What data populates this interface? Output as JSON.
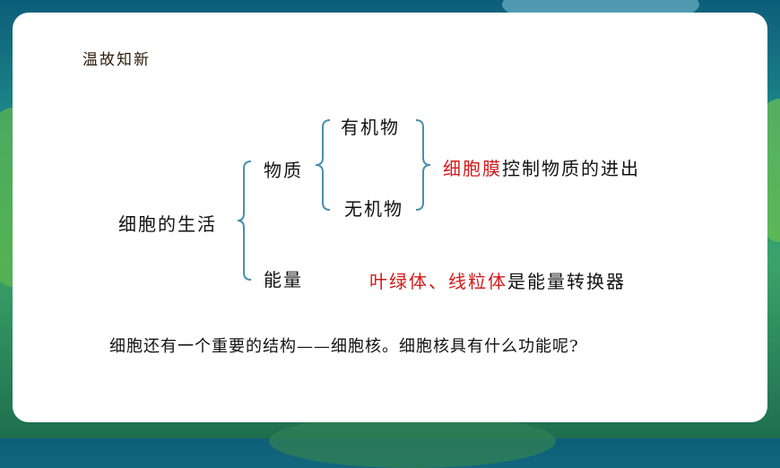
{
  "heading": "温故知新",
  "root": "细胞的生活",
  "branch_matter": "物质",
  "branch_energy": "能量",
  "leaf_organic": "有机物",
  "leaf_inorganic": "无机物",
  "matter_note_red": "细胞膜",
  "matter_note_black": "控制物质的进出",
  "energy_note_red": "叶绿体、线粒体",
  "energy_note_black": "是能量转换器",
  "footer": "细胞还有一个重要的结构——细胞核。细胞核具有什么功能呢?",
  "colors": {
    "accent_red": "#d41a1a",
    "bracket": "#4a8fb0",
    "card": "#ffffff"
  }
}
